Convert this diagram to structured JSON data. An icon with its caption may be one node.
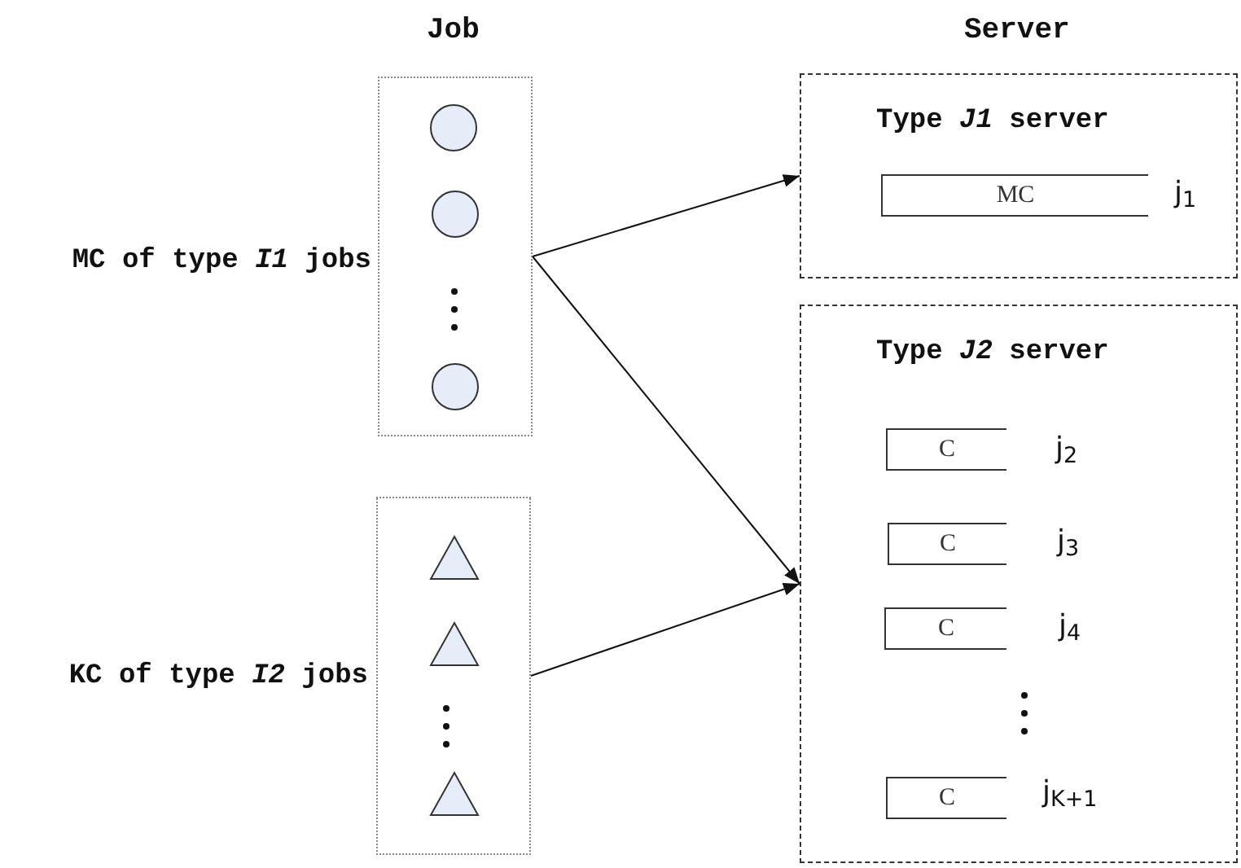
{
  "diagram": {
    "nodes": [
      {
        "text": [],
        "shape": "box",
        "beside": [
          "MC of type *I1* jobs"
        ]
      },
      {
        "text": [],
        "shape": "circle",
        "in": 0
      },
      {
        "text": [],
        "shape": "circle",
        "in": 0
      },
      {
        "text": [],
        "shape": "circle",
        "in": 0
      },
      {
        "text": [],
        "shape": "box",
        "beside": [
          "KC of type *I2* jobs"
        ]
      },
      {
        "text": [],
        "shape": "triangle",
        "in": 4
      },
      {
        "text": [],
        "shape": "triangle",
        "in": 4
      },
      {
        "text": [],
        "shape": "triangle",
        "in": 4
      },
      {
        "text": [
          "Type *J1* server"
        ]
      },
      {
        "text": [
          "MC"
        ],
        "in": 8,
        "beside": [
          "j$_{1}$"
        ]
      },
      {
        "text": [
          "Type *J2* server"
        ]
      },
      {
        "text": [
          "C"
        ],
        "in": 10,
        "beside": [
          "j$_{2}$"
        ]
      },
      {
        "text": [
          "C"
        ],
        "in": 10,
        "beside": [
          "j$_{3}$"
        ]
      },
      {
        "text": [
          "C"
        ],
        "in": 10,
        "beside": [
          "j$_{4}$"
        ]
      },
      {
        "text": [
          "C"
        ],
        "in": 10,
        "beside": [
          "j$_{K+1}$"
        ]
      }
    ],
    "edges": [
      {
        "from": 0,
        "to": 8,
        "arrow": "to"
      },
      {
        "from": 0,
        "to": 10,
        "arrow": "to"
      },
      {
        "from": 4,
        "to": 10,
        "arrow": "to"
      }
    ],
    "labels": [
      "Job",
      "Server"
    ]
  }
}
